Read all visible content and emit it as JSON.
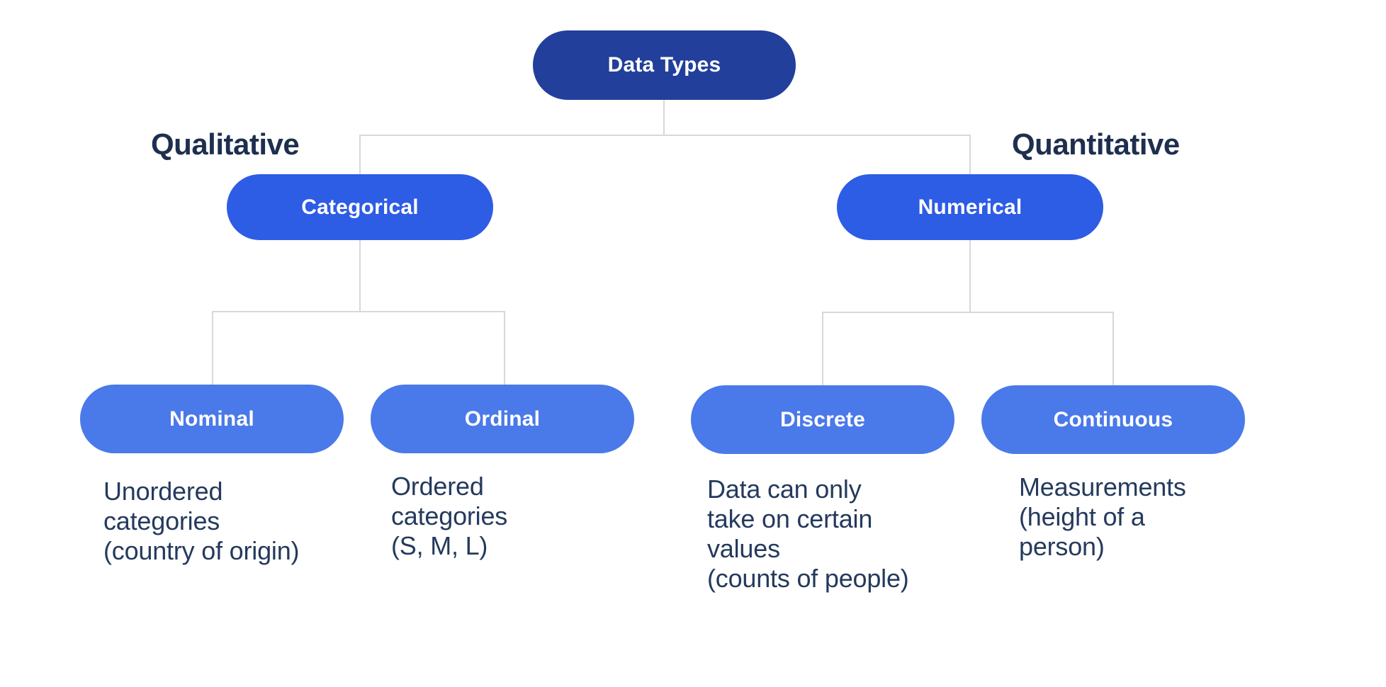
{
  "diagram": {
    "title": "Data Types",
    "root": {
      "label": "Data Types"
    },
    "branch_labels": {
      "left": "Qualitative",
      "right": "Quantitative"
    },
    "level2": [
      {
        "label": "Categorical"
      },
      {
        "label": "Numerical"
      }
    ],
    "leaves": [
      {
        "label": "Nominal",
        "parent": "Categorical",
        "desc": [
          "Unordered",
          "categories",
          "(country of origin)"
        ]
      },
      {
        "label": "Ordinal",
        "parent": "Categorical",
        "desc": [
          "Ordered",
          "categories",
          "(S, M, L)"
        ]
      },
      {
        "label": "Discrete",
        "parent": "Numerical",
        "desc": [
          "Data can only",
          "take on certain",
          "values",
          "(counts of people)"
        ]
      },
      {
        "label": "Continuous",
        "parent": "Numerical",
        "desc": [
          "Measurements",
          "(height of a",
          "person)"
        ]
      }
    ],
    "colors": {
      "root": "#223f9b",
      "level2": "#2d5ce5",
      "leaf": "#4a79e9",
      "heading_text": "#1e2f4e",
      "desc_text": "#243a5d",
      "connector": "#d8d8d8",
      "pill_text": "#ffffff",
      "background": "#ffffff"
    }
  }
}
